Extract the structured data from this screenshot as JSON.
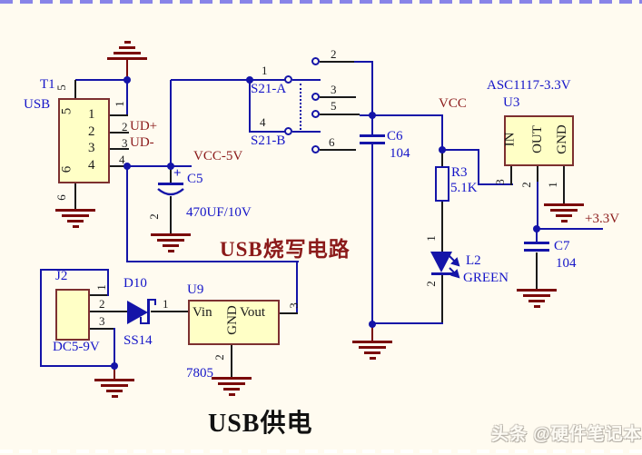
{
  "colors": {
    "bg": "#FFFBF0",
    "wire": "#1414A8",
    "pin": "#1a1a1a",
    "gnd": "#7A0A0A",
    "net": "#8B1A1A",
    "des": "#1414C8",
    "fill": "#FFFFC6",
    "border": "#7D3030",
    "dash": "#8884E8"
  },
  "schematic": {
    "title": "USB供电",
    "section_label": "USB烧写电路",
    "watermark": "头条 @硬件笔记本",
    "nets": {
      "vcc_5v": "VCC-5V",
      "vcc": "VCC",
      "v33": "+3.3V",
      "ud_plus": "UD+",
      "ud_minus": "UD-"
    },
    "t1": {
      "ref": "T1",
      "value": "USB",
      "pins": {
        "p1": "1",
        "p2": "2",
        "p3": "3",
        "p4": "4",
        "p5": "5",
        "p6": "6"
      }
    },
    "c5": {
      "ref": "C5",
      "value": "470UF/10V",
      "plus": "+",
      "pin2": "2"
    },
    "s21": {
      "ref_a": "S21-A",
      "ref_b": "S21-B",
      "pole_a": "1",
      "pole_b": "4",
      "throw_2": "2",
      "throw_3": "3",
      "throw_5": "5",
      "throw_6": "6"
    },
    "c6": {
      "ref": "C6",
      "value": "104"
    },
    "r3": {
      "ref": "R3",
      "value": "5.1K"
    },
    "l2": {
      "ref": "L2",
      "value": "GREEN",
      "pin1": "1",
      "pin2": "2"
    },
    "u3": {
      "ref": "U3",
      "value": "ASC1117-3.3V",
      "pin_in": "IN",
      "pin_out": "OUT",
      "pin_gnd": "GND",
      "num_in": "3",
      "num_out": "2",
      "num_gnd": "1"
    },
    "c7": {
      "ref": "C7",
      "value": "104"
    },
    "j2": {
      "ref": "J2",
      "value": "DC5-9V",
      "pins": {
        "p1": "1",
        "p2": "2",
        "p3": "3"
      }
    },
    "d10": {
      "ref": "D10",
      "value": "SS14",
      "pin1": "1"
    },
    "u9": {
      "ref": "U9",
      "value": "7805",
      "pin_vin": "Vin",
      "pin_gnd": "GND",
      "pin_vout": "Vout",
      "num_gnd": "2",
      "num_vout": "3"
    }
  }
}
